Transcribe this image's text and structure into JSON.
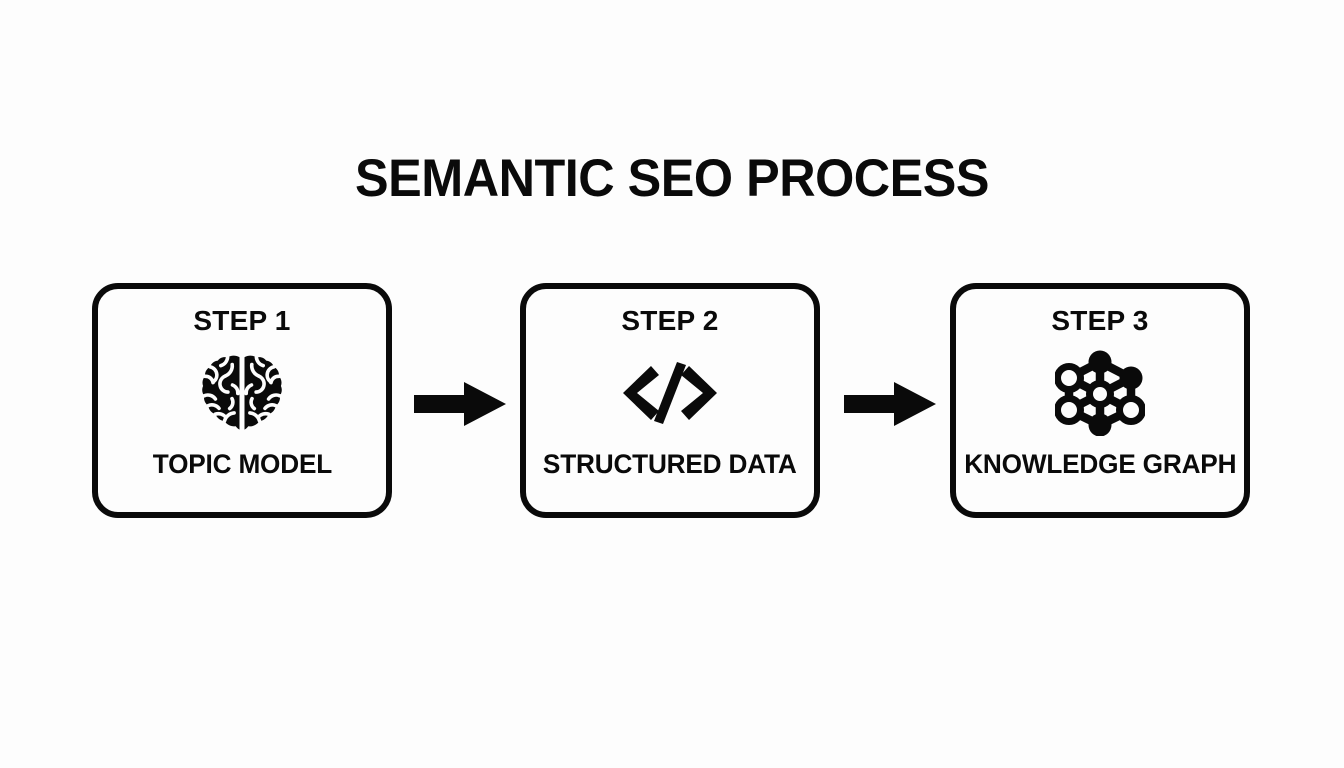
{
  "page": {
    "title": "SEMANTIC SEO PROCESS",
    "background_color": "#fdfdfd",
    "ink_color": "#0a0a0a"
  },
  "steps": [
    {
      "heading": "STEP 1",
      "label": "TOPIC MODEL",
      "icon": "brain-icon"
    },
    {
      "heading": "STEP 2",
      "label": "STRUCTURED DATA",
      "icon": "code-brackets-icon",
      "icon_text": "</>"
    },
    {
      "heading": "STEP 3",
      "label": "KNOWLEDGE GRAPH",
      "icon": "knowledge-graph-icon"
    }
  ],
  "connectors": [
    {
      "name": "arrow-step1-to-step2",
      "direction": "right"
    },
    {
      "name": "arrow-step2-to-step3",
      "direction": "right"
    }
  ]
}
